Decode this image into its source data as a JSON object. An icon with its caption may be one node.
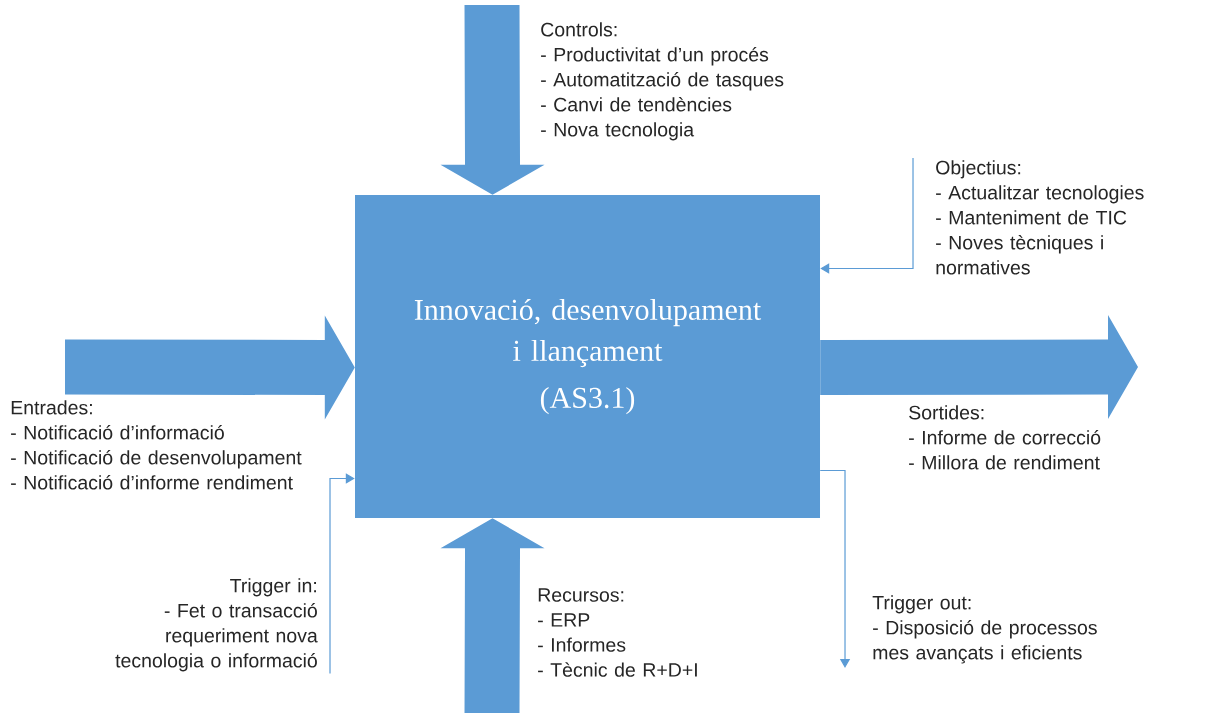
{
  "diagram": {
    "nodes": [
      {
        "text": [
          "Innovació, desenvolupament i llançament",
          "(AS3.1)"
        ]
      },
      {
        "text": [
          "Controls:",
          "- Productivitat d’un procés",
          "- Automatització de tasques",
          "- Canvi de tendències",
          "- Nova tecnologia"
        ]
      },
      {
        "text": [
          "Objectius:",
          "- Actualitzar tecnologies",
          "- Manteniment de TIC",
          "- Noves tècniques i normatives"
        ]
      },
      {
        "text": [
          "Entrades:",
          "- Notificació d’informació",
          "- Notificació de desenvolupament",
          "- Notificació d’informe rendiment"
        ]
      },
      {
        "text": [
          "Sortides:",
          "- Informe de correcció",
          "- Millora de rendiment"
        ]
      },
      {
        "text": [
          "Trigger in:",
          "- Fet o transacció requeriment nova tecnologia o informació"
        ]
      },
      {
        "text": [
          "Recursos:",
          "- ERP",
          "- Informes",
          "- Tècnic de R+D+I"
        ]
      },
      {
        "text": [
          "Trigger out:",
          "- Disposició de processos mes avançats i eficients"
        ]
      }
    ],
    "edges": [
      {
        "from": 1,
        "to": 0,
        "arrow": "to",
        "style": "thick"
      },
      {
        "from": 2,
        "to": 0,
        "arrow": "to"
      },
      {
        "from": 3,
        "to": 0,
        "arrow": "to",
        "style": "thick"
      },
      {
        "from": 0,
        "to": 4,
        "arrow": "to",
        "style": "thick"
      },
      {
        "from": 5,
        "to": 0,
        "arrow": "to"
      },
      {
        "from": 6,
        "to": 0,
        "arrow": "to",
        "style": "thick"
      },
      {
        "from": 0,
        "to": 7,
        "arrow": "to"
      }
    ]
  }
}
